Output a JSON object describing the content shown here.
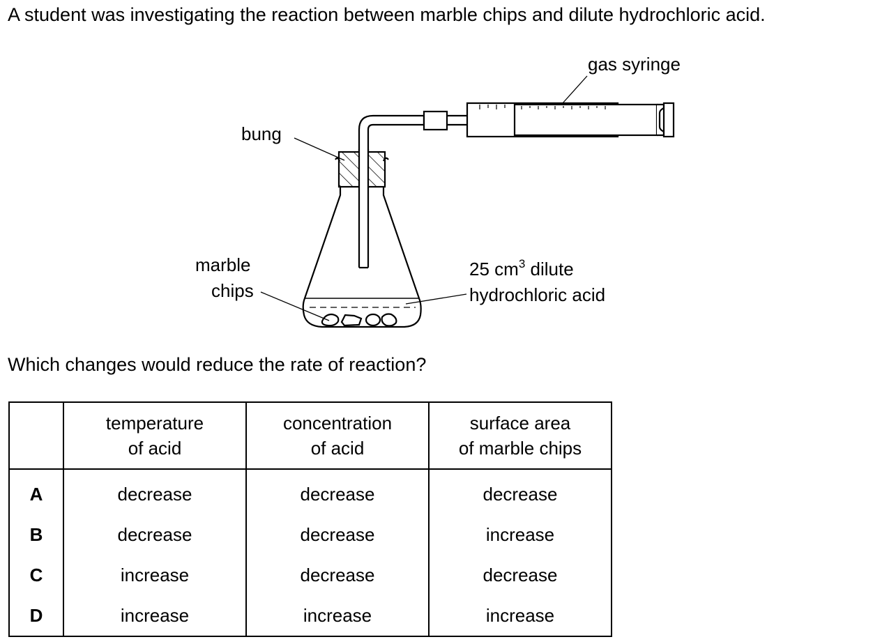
{
  "intro": "A student was investigating the reaction between marble chips and dilute hydrochloric acid.",
  "diagram": {
    "labels": {
      "gas_syringe": "gas syringe",
      "bung": "bung",
      "marble_chips_line1": "marble",
      "marble_chips_line2": "chips",
      "acid_volume": "25 cm",
      "acid_volume_sup": "3",
      "acid_line1_rest": " dilute",
      "acid_line2": "hydrochloric acid"
    }
  },
  "question": "Which changes would reduce the rate of reaction?",
  "table": {
    "headers": [
      {
        "line1": "temperature",
        "line2": "of acid"
      },
      {
        "line1": "concentration",
        "line2": "of acid"
      },
      {
        "line1": "surface area",
        "line2": "of marble chips"
      }
    ],
    "rows": [
      {
        "option": "A",
        "cells": [
          "decrease",
          "decrease",
          "decrease"
        ]
      },
      {
        "option": "B",
        "cells": [
          "decrease",
          "decrease",
          "increase"
        ]
      },
      {
        "option": "C",
        "cells": [
          "increase",
          "decrease",
          "decrease"
        ]
      },
      {
        "option": "D",
        "cells": [
          "increase",
          "increase",
          "increase"
        ]
      }
    ]
  }
}
